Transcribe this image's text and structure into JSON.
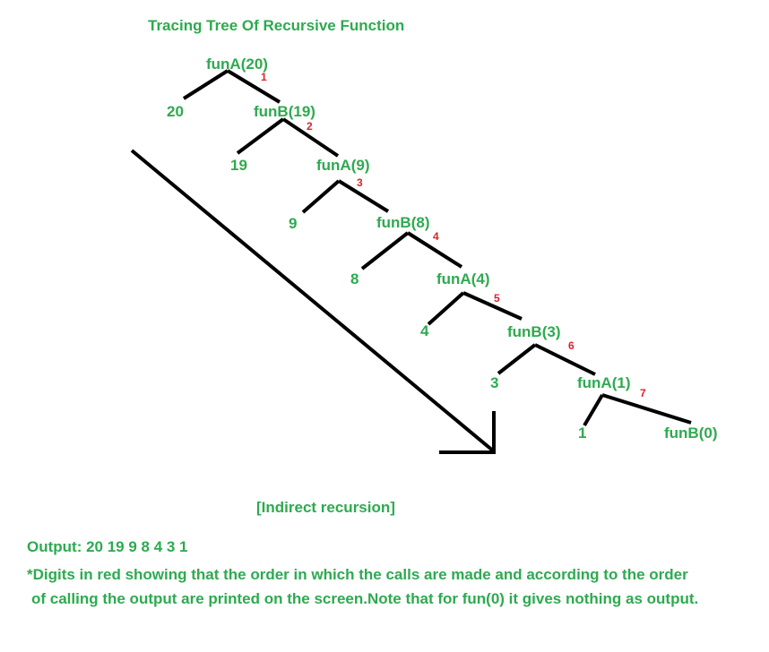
{
  "title": "Tracing Tree Of Recursive Function",
  "calls": [
    "funA(20)",
    "funB(19)",
    "funA(9)",
    "funB(8)",
    "funA(4)",
    "funB(3)",
    "funA(1)",
    "funB(0)"
  ],
  "outputs": [
    "20",
    "19",
    "9",
    "8",
    "4",
    "3",
    "1"
  ],
  "order_numbers": [
    "1",
    "2",
    "3",
    "4",
    "5",
    "6",
    "7"
  ],
  "caption": "[Indirect recursion]",
  "output_line": "Output: 20 19 9 8 4 3 1",
  "note_line1": "*Digits in red showing that the order in which the calls are made and according to the order",
  "note_line2": "of calling the output are printed on the screen.Note that for fun(0) it gives nothing as output.",
  "colors": {
    "label": "#2eaa4f",
    "order": "#d9232e",
    "edges": "#000000",
    "background": "#ffffff"
  }
}
